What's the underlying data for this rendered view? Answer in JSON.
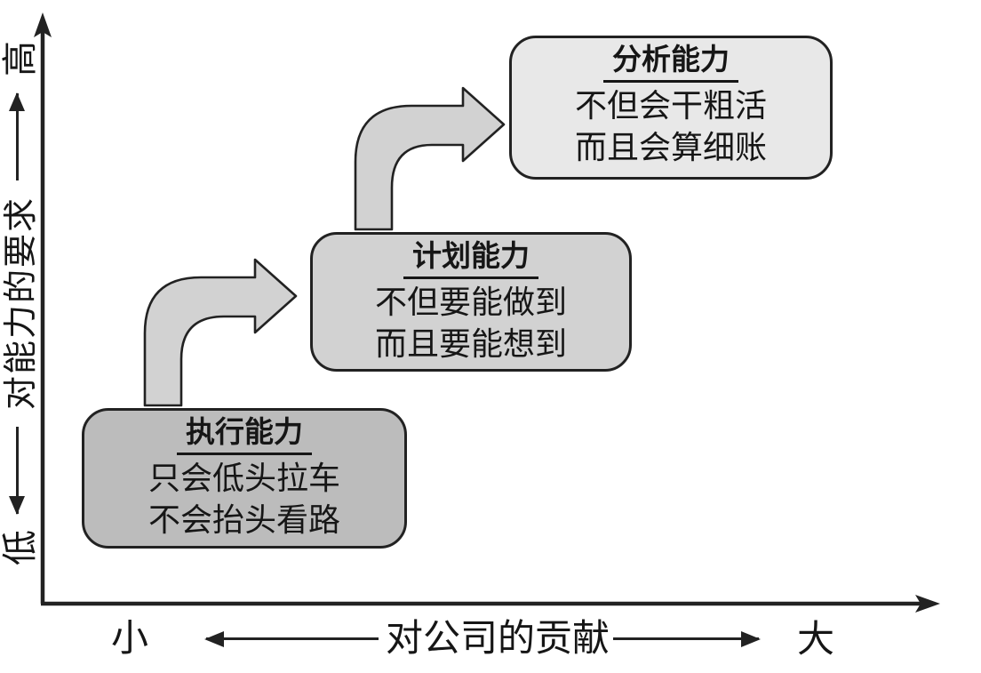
{
  "diagram": {
    "title_semantic": "capability-vs-contribution staircase diagram",
    "boxes": [
      {
        "title": "执行能力",
        "line1": "只会低头拉车",
        "line2": "不会抬头看路",
        "fill": "#bcbcbc"
      },
      {
        "title": "计划能力",
        "line1": "不但要能做到",
        "line2": "而且要能想到",
        "fill": "#d2d2d2"
      },
      {
        "title": "分析能力",
        "line1": "不但会干粗活",
        "line2": "而且会算细账",
        "fill": "#e8e8e8"
      }
    ],
    "y_axis": {
      "low_label": "低",
      "title": "对能力的要求",
      "high_label": "高"
    },
    "x_axis": {
      "low_label": "小",
      "title": "对公司的贡献",
      "high_label": "大"
    },
    "colors": {
      "background": "#ffffff",
      "stroke": "#222222",
      "step_arrow_fill": "#d2d2d2",
      "box_exec_fill": "#bcbcbc",
      "box_plan_fill": "#d2d2d2",
      "box_anal_fill": "#e8e8e8"
    }
  }
}
